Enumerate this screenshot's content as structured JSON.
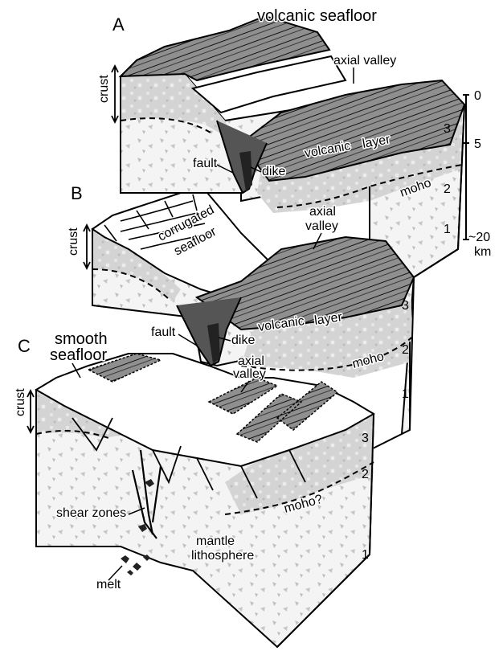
{
  "panels": {
    "a": {
      "letter": "A",
      "surface_label": "volcanic seafloor",
      "axial_valley": "axial valley",
      "crust": "crust",
      "fault": "fault",
      "dike": "dike",
      "volcanic_layer_1": "volcanic",
      "volcanic_layer_2": "layer",
      "moho": "moho",
      "layers": [
        "3",
        "2",
        "1"
      ]
    },
    "b": {
      "letter": "B",
      "surface_label_1": "corrugated",
      "surface_label_2": "seafloor",
      "axial_valley_1": "axial",
      "axial_valley_2": "valley",
      "crust": "crust",
      "fault": "fault",
      "dike": "dike",
      "volcanic_layer_1": "volcanic",
      "volcanic_layer_2": "layer",
      "moho": "moho",
      "layers": [
        "3",
        "2",
        "1"
      ]
    },
    "c": {
      "letter": "C",
      "surface_label_1": "smooth",
      "surface_label_2": "seafloor",
      "axial_valley_1": "axial",
      "axial_valley_2": "valley",
      "crust": "crust",
      "moho": "moho?",
      "shear_zones": "shear zones",
      "mantle_1": "mantle",
      "mantle_2": "lithosphere",
      "melt": "melt",
      "layers": [
        "3",
        "2",
        "1"
      ]
    }
  },
  "depth_scale": {
    "ticks": [
      "0",
      "5",
      "~20"
    ],
    "unit": "km"
  },
  "colors": {
    "volcanic_fill": "#8c8c8c",
    "crust_fill": "#cfcfcf",
    "mantle_fill": "#f2f2f2",
    "outline": "#000000"
  }
}
